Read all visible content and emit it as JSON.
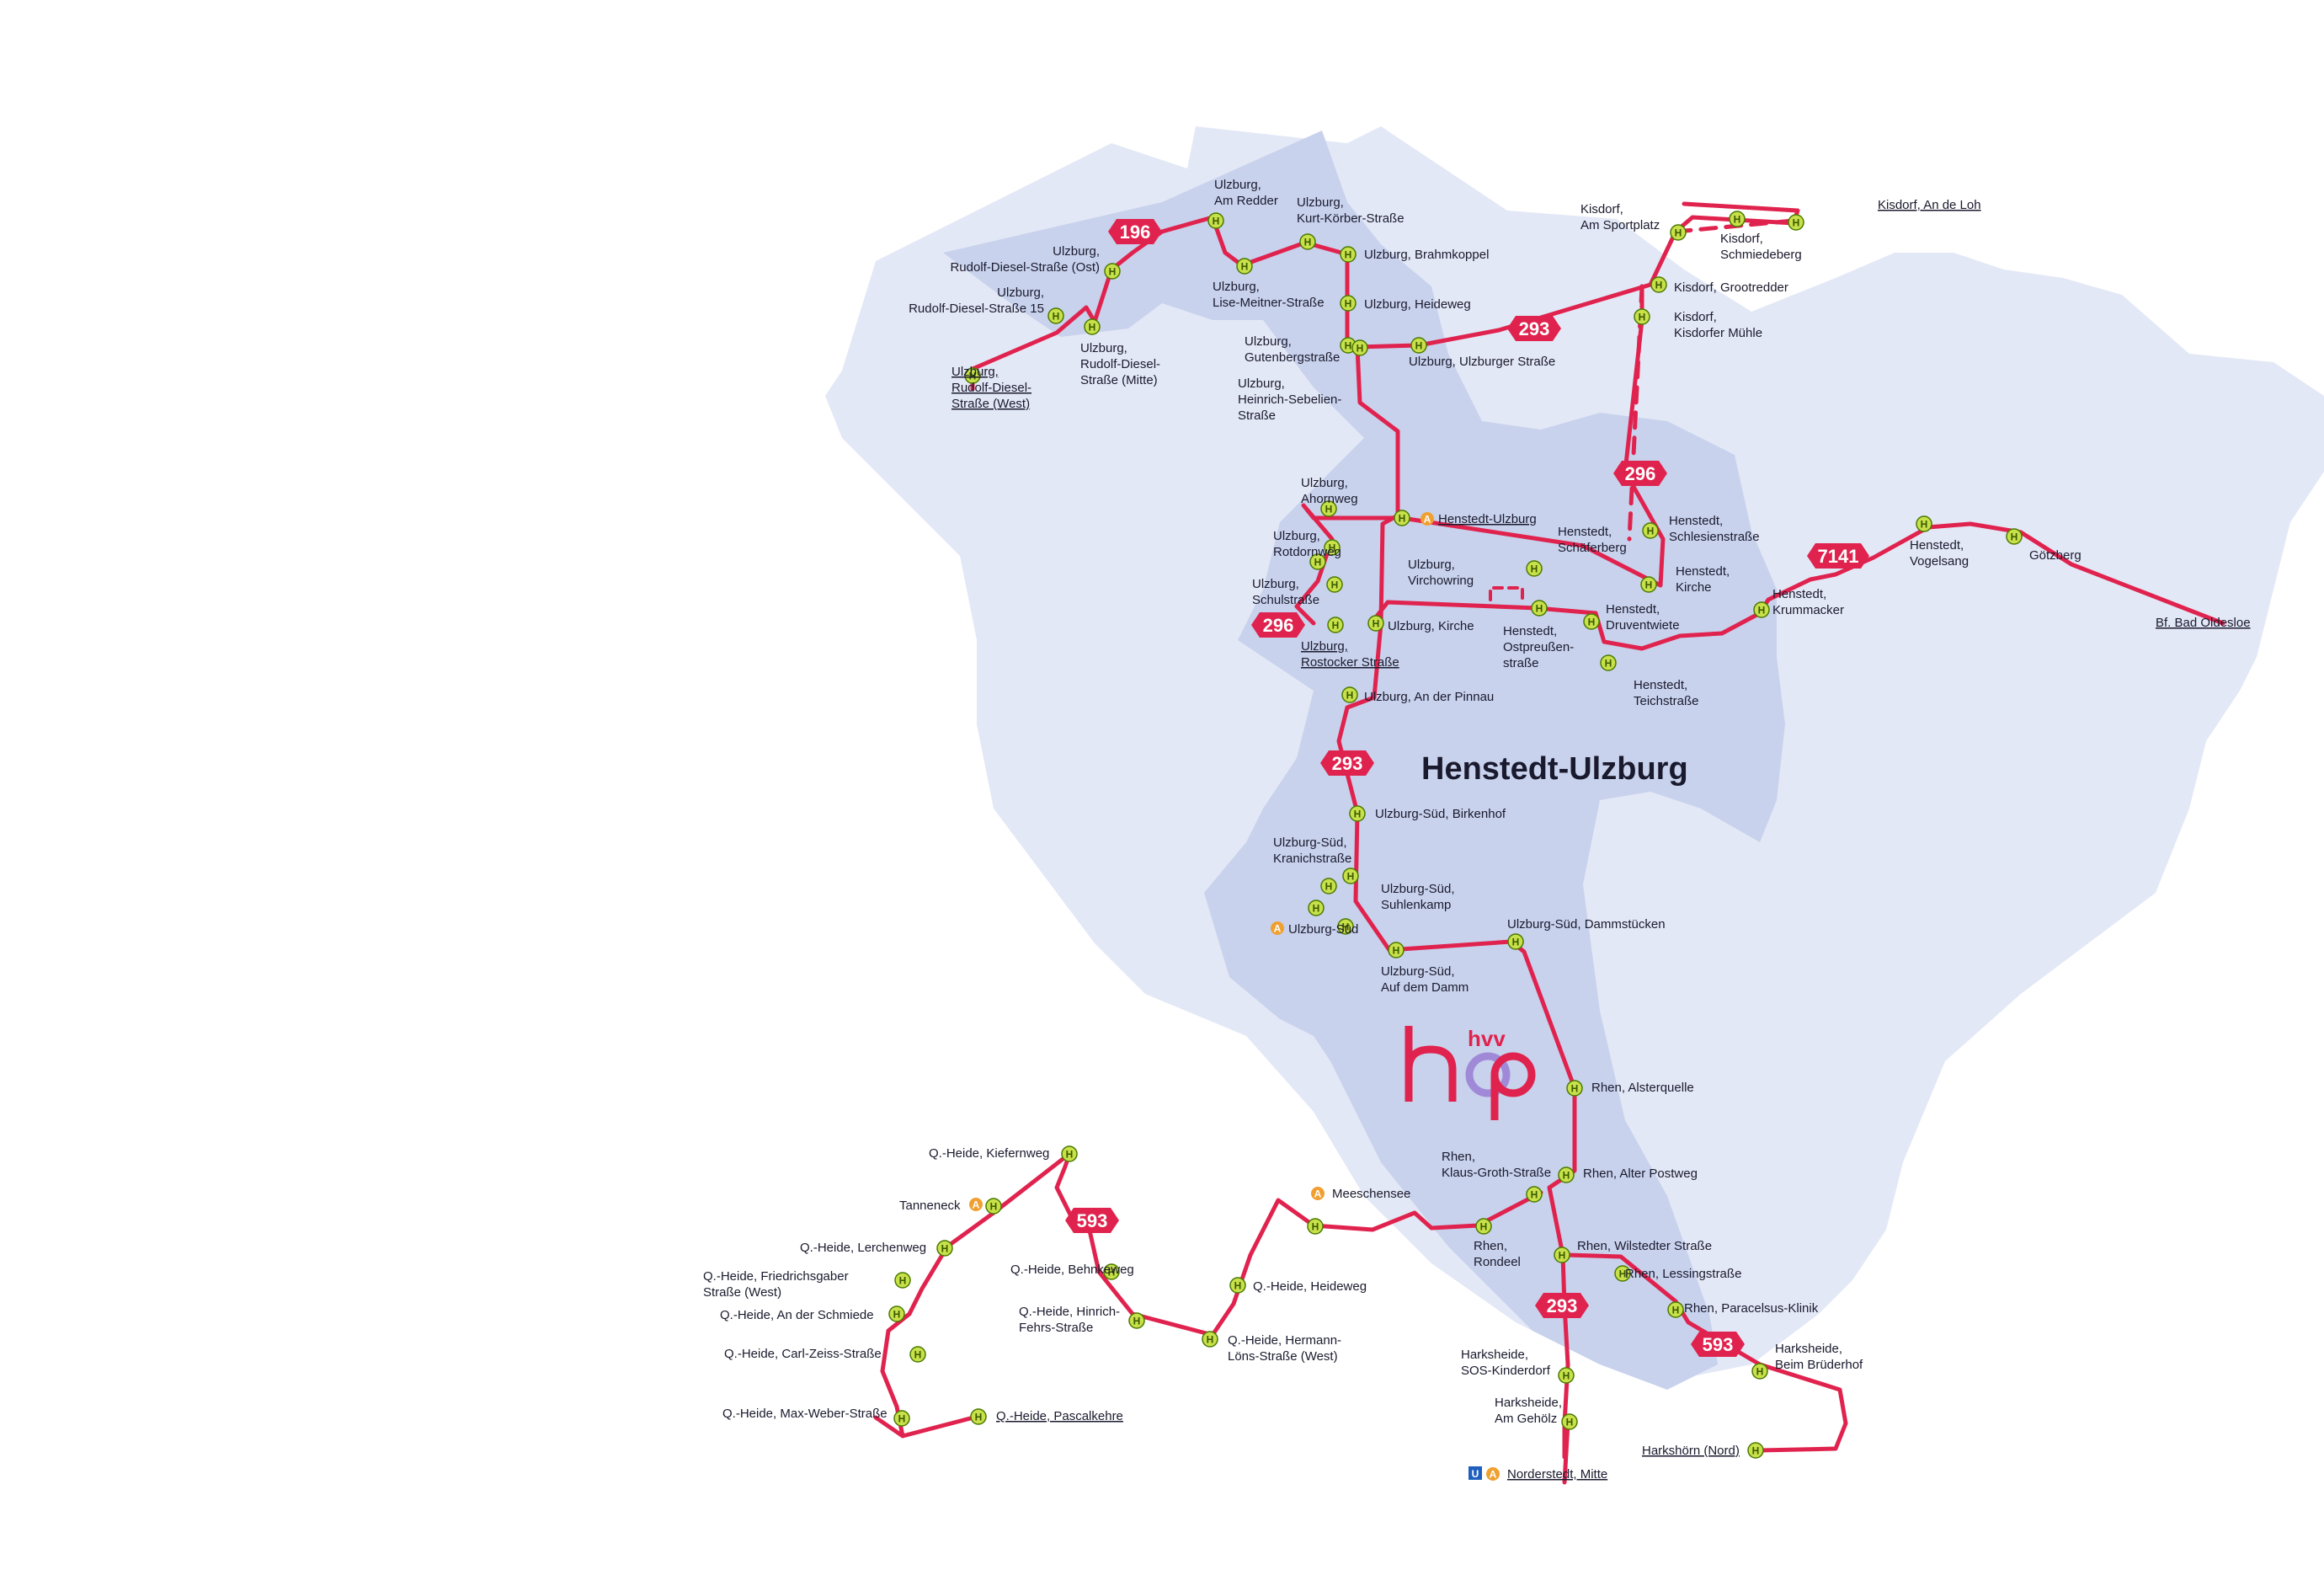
{
  "colors": {
    "route": "#e0234e",
    "area_light": "#e3e8f6",
    "area_dark": "#c8d2ec",
    "stop_fill": "#c8e04a",
    "stop_border": "#4a7a00",
    "akn": "#f0a030",
    "ubahn": "#1f5fbf",
    "text": "#1a1a2e"
  },
  "town_label": "Henstedt-Ulzburg",
  "logo": {
    "brand": "hvv",
    "word": "hop"
  },
  "routes": [
    "196",
    "293",
    "296",
    "593",
    "7141"
  ],
  "stop_symbol": "H",
  "akn_symbol": "A",
  "ubahn_symbol": "U",
  "labels": {
    "l_kisdorf_loh": "Kisdorf, An de Loh",
    "l_bad_oldesloe": "Bf. Bad Oldesloe",
    "l_henstedt_ulzburg_stn": "Henstedt-Ulzburg",
    "l_ulzburg_sued_stn": "Ulzburg-Süd",
    "l_norderstedt": "Norderstedt, Mitte",
    "l_pascalkehre": "Q.-Heide, Pascalkehre",
    "l_harkshoern": "Harkshörn (Nord)",
    "l_uz_am_redder": [
      "Ulzburg,",
      "Am Redder"
    ],
    "l_uz_kurt_koerber": [
      "Ulzburg,",
      "Kurt-Körber-Straße"
    ],
    "l_uz_brahmkoppel": "Ulzburg, Brahmkoppel",
    "l_uz_heideweg": "Ulzburg, Heideweg",
    "l_uz_rds_ost": [
      "Ulzburg,",
      "Rudolf-Diesel-Straße (Ost)"
    ],
    "l_uz_rds_15": [
      "Ulzburg,",
      "Rudolf-Diesel-Straße 15"
    ],
    "l_uz_rds_west": [
      "Ulzburg,",
      "Rudolf-Diesel-",
      "Straße (West)"
    ],
    "l_uz_rds_mitte": [
      "Ulzburg,",
      "Rudolf-Diesel-",
      "Straße (Mitte)"
    ],
    "l_uz_lise_meitner": [
      "Ulzburg,",
      "Lise-Meitner-Straße"
    ],
    "l_uz_gutenberg": [
      "Ulzburg,",
      "Gutenbergstraße"
    ],
    "l_uz_heinrich_sebelien": [
      "Ulzburg,",
      "Heinrich-Sebelien-",
      "Straße"
    ],
    "l_uz_ulzburger_str": "Ulzburg, Ulzburger Straße",
    "l_kisdorf_sportplatz": [
      "Kisdorf,",
      "Am Sportplatz"
    ],
    "l_kisdorf_schmiedeberg": [
      "Kisdorf,",
      "Schmiedeberg"
    ],
    "l_kisdorf_grootredder": "Kisdorf, Grootredder",
    "l_kisdorf_muehle": [
      "Kisdorf,",
      "Kisdorfer Mühle"
    ],
    "l_uz_ahornweg": [
      "Ulzburg,",
      "Ahornweg"
    ],
    "l_uz_rotdornweg": [
      "Ulzburg,",
      "Rotdornweg"
    ],
    "l_uz_schulstrasse": [
      "Ulzburg,",
      "Schulstraße"
    ],
    "l_uz_rostocker": [
      "Ulzburg,",
      "Rostocker Straße"
    ],
    "l_uz_virchowring": [
      "Ulzburg,",
      "Virchowring"
    ],
    "l_uz_kirche": "Ulzburg, Kirche",
    "l_uz_pinnau": "Ulzburg, An der Pinnau",
    "l_he_schaeferberg": [
      "Henstedt,",
      "Schäferberg"
    ],
    "l_he_schlesienstr": [
      "Henstedt,",
      "Schlesienstraße"
    ],
    "l_he_kirche": [
      "Henstedt,",
      "Kirche"
    ],
    "l_he_ostpreussen": [
      "Henstedt,",
      "Ostpreußen-",
      "straße"
    ],
    "l_he_druventwiete": [
      "Henstedt,",
      "Druventwiete"
    ],
    "l_he_teichstrasse": [
      "Henstedt,",
      "Teichstraße"
    ],
    "l_he_krummacker": [
      "Henstedt,",
      "Krummacker"
    ],
    "l_he_vogelsang": [
      "Henstedt,",
      "Vogelsang"
    ],
    "l_goetzberg": "Götzberg",
    "l_uzs_birkenhof": "Ulzburg-Süd, Birkenhof",
    "l_uzs_kranich": [
      "Ulzburg-Süd,",
      "Kranichstraße"
    ],
    "l_uzs_suhlenkamp": [
      "Ulzburg-Süd,",
      "Suhlenkamp"
    ],
    "l_uzs_dammstuecken": "Ulzburg-Süd, Dammstücken",
    "l_uzs_auf_dem_damm": [
      "Ulzburg-Süd,",
      "Auf dem Damm"
    ],
    "l_rhen_alsterquelle": "Rhen, Alsterquelle",
    "l_rhen_klaus_groth": [
      "Rhen,",
      "Klaus-Groth-Straße"
    ],
    "l_rhen_alter_postweg": "Rhen, Alter Postweg",
    "l_rhen_rondeel": [
      "Rhen,",
      "Rondeel"
    ],
    "l_rhen_wilstedter": "Rhen, Wilstedter Straße",
    "l_rhen_lessing": "Rhen, Lessingstraße",
    "l_rhen_paracelsus": "Rhen, Paracelsus-Klinik",
    "l_meeschensee": "Meeschensee",
    "l_harks_sos": [
      "Harksheide,",
      "SOS-Kinderdorf"
    ],
    "l_harks_gehoelz": [
      "Harksheide,",
      "Am Gehölz"
    ],
    "l_harks_bruederhof": [
      "Harksheide,",
      "Beim Brüderhof"
    ],
    "l_qh_kiefernweg": "Q.-Heide, Kiefernweg",
    "l_tanneneck": "Tanneneck",
    "l_qh_lerchenweg": "Q.-Heide, Lerchenweg",
    "l_qh_friedrichsgaber": [
      "Q.-Heide, Friedrichsgaber",
      "Straße (West)"
    ],
    "l_qh_schmiede": "Q.-Heide, An der Schmiede",
    "l_qh_carl_zeiss": "Q.-Heide, Carl-Zeiss-Straße",
    "l_qh_max_weber": "Q.-Heide, Max-Weber-Straße",
    "l_qh_behnkeweg": "Q.-Heide, Behnkeweg",
    "l_qh_hinrich_fehrs": [
      "Q.-Heide, Hinrich-",
      "Fehrs-Straße"
    ],
    "l_qh_heideweg": "Q.-Heide, Heideweg",
    "l_qh_hermann_loens": [
      "Q.-Heide, Hermann-",
      "Löns-Straße (West)"
    ]
  }
}
